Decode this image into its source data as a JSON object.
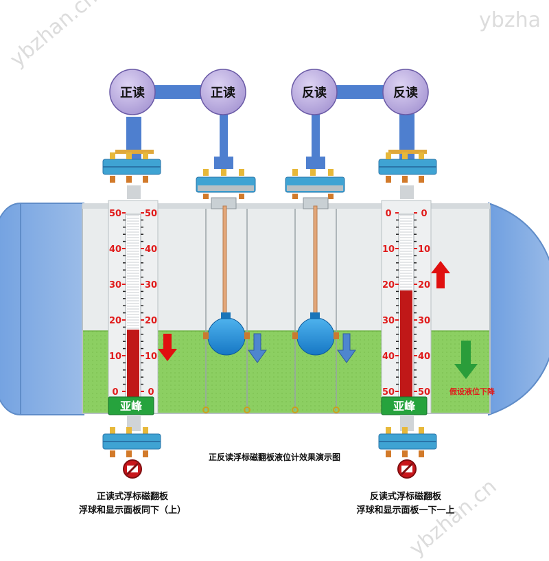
{
  "watermark": {
    "corner_text": "ybzha",
    "diagonal_text": "ybzhan.cn"
  },
  "dials": {
    "forward": "正读",
    "reverse": "反读"
  },
  "brand": "亚峰",
  "center_title": "正反读浮标磁翻板液位计效果演示图",
  "level_note": "假设液位下降",
  "scale": {
    "forward_labels": [
      "50",
      "40",
      "30",
      "20",
      "10",
      "0"
    ],
    "reverse_labels": [
      "0",
      "10",
      "20",
      "30",
      "40",
      "50"
    ]
  },
  "captions": {
    "left": {
      "line1": "正读式浮标磁翻板",
      "line2": "浮球和显示面板同下（上）"
    },
    "right": {
      "line1": "反读式浮标磁翻板",
      "line2": "浮球和显示面板一下一上"
    }
  },
  "colors": {
    "vessel": "#e9eced",
    "vessel_cap": "#7ea8dd",
    "liquid": "#8ccf62",
    "pipe": "#4e7fcf",
    "flange": "#3fa3d3",
    "dial": "#bcaee0",
    "float_ball": "#1f90d8",
    "scale_red": "#e01b1b",
    "red_fill": "#c01818",
    "brand_green": "#26a33d",
    "arrow_red": "#e01010",
    "arrow_blue": "#4e86cf",
    "arrow_green": "#2a9d3a"
  }
}
